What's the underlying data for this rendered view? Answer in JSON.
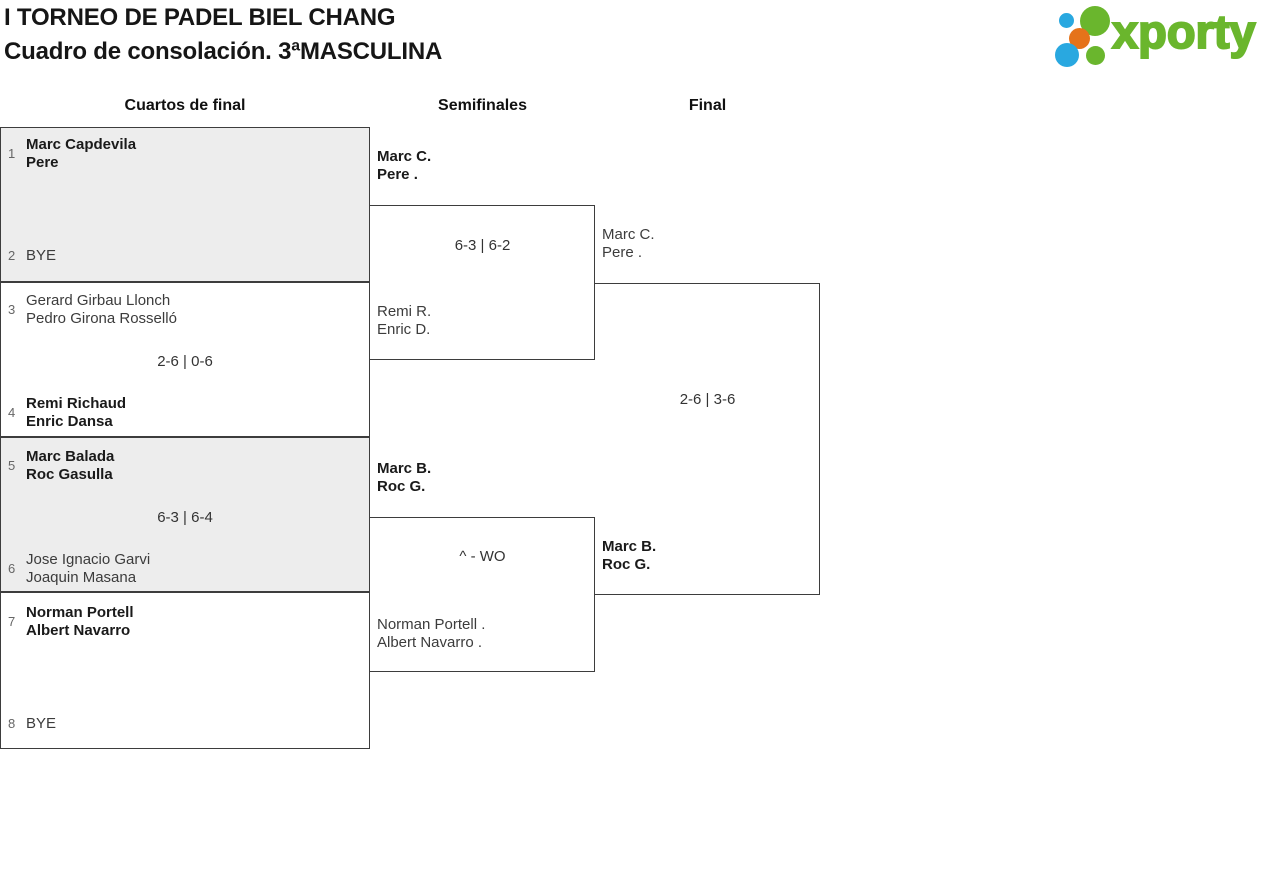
{
  "title": {
    "line1": "I TORNEO DE PADEL BIEL CHANG",
    "line2": "Cuadro de consolación. 3ªMASCULINA"
  },
  "logo": {
    "wordmark": "xporty",
    "colors": {
      "green": "#6ab62d",
      "blue": "#29a8e0",
      "orange": "#e5731a"
    }
  },
  "colors": {
    "box_shaded": "#ededed",
    "border": "#3d3d3d",
    "winner_text": "#1a1a1a",
    "loser_text": "#3c3c3c"
  },
  "rounds": [
    {
      "label": "Cuartos de final"
    },
    {
      "label": "Semifinales"
    },
    {
      "label": "Final"
    }
  ],
  "qf": [
    {
      "seed_top": "1",
      "top1": "Marc Capdevila",
      "top2": "Pere",
      "seed_bottom": "2",
      "bot1": "BYE",
      "score": "",
      "winner": "top"
    },
    {
      "seed_top": "3",
      "top1": "Gerard Girbau Llonch",
      "top2": "Pedro Girona Rosselló",
      "seed_bottom": "4",
      "bot1": "Remi Richaud",
      "bot2": "Enric Dansa",
      "score": "2-6 | 0-6",
      "winner": "bottom"
    },
    {
      "seed_top": "5",
      "top1": "Marc Balada",
      "top2": "Roc Gasulla",
      "seed_bottom": "6",
      "bot1": "Jose Ignacio Garvi",
      "bot2": "Joaquin Masana",
      "score": "6-3 | 6-4",
      "winner": "top"
    },
    {
      "seed_top": "7",
      "top1": "Norman Portell",
      "top2": "Albert Navarro",
      "seed_bottom": "8",
      "bot1": "BYE",
      "score": "",
      "winner": "top"
    }
  ],
  "sf": [
    {
      "top1": "Marc C.",
      "top2": "Pere .",
      "bot1": "Remi R.",
      "bot2": "Enric D.",
      "score": "6-3 | 6-2",
      "winner": "top"
    },
    {
      "top1": "Marc B.",
      "top2": "Roc G.",
      "bot1": "Norman Portell .",
      "bot2": "Albert Navarro .",
      "score": "^ - WO",
      "winner": "top"
    }
  ],
  "final": {
    "top1": "Marc C.",
    "top2": "Pere .",
    "bot1": "Marc B.",
    "bot2": "Roc G.",
    "score": "2-6 | 3-6",
    "winner": "bottom"
  }
}
